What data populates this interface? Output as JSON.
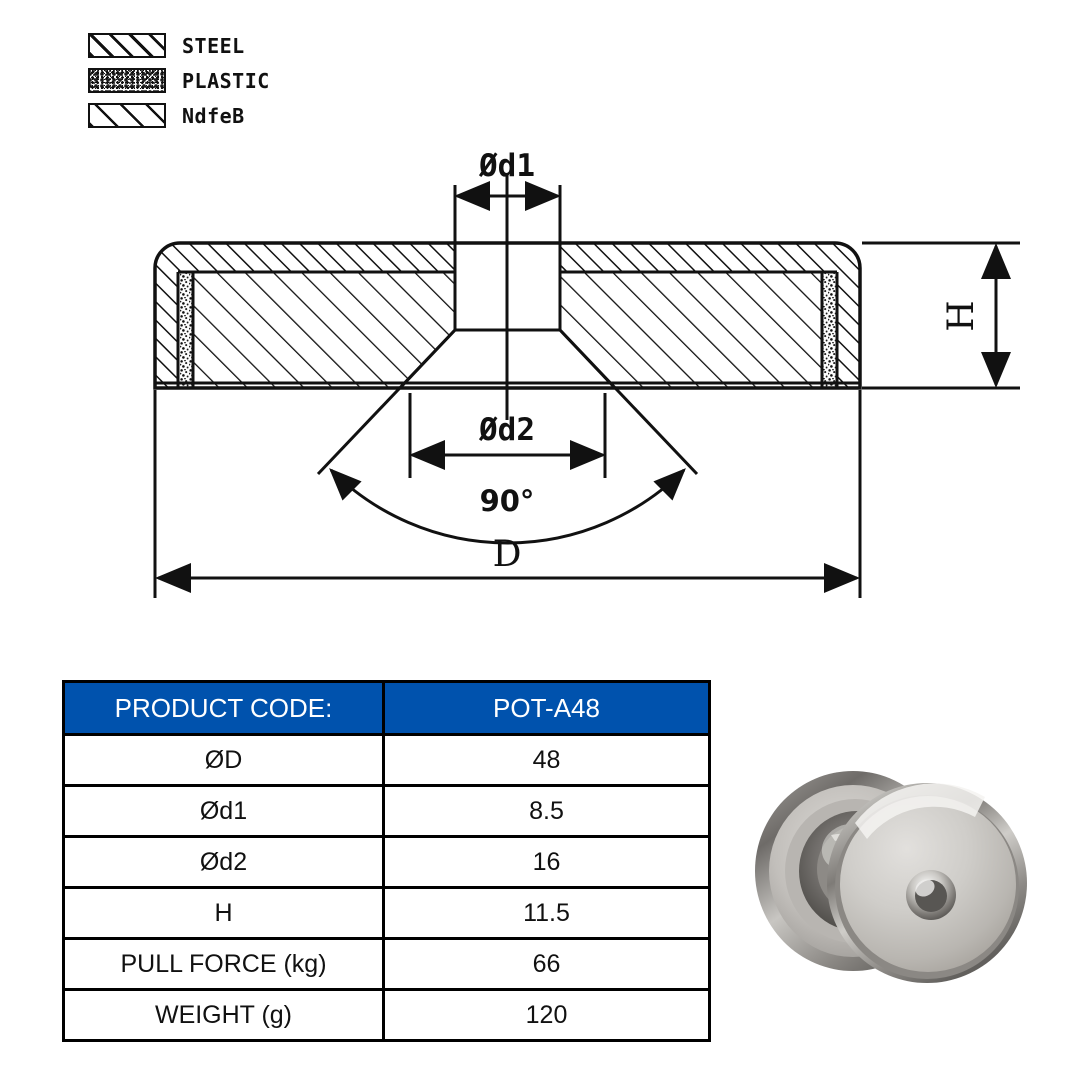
{
  "legend": {
    "items": [
      {
        "label": "STEEL",
        "pattern": "diagonal-hatch-dense",
        "icon": "steel-swatch"
      },
      {
        "label": "PLASTIC",
        "pattern": "speckle",
        "icon": "plastic-swatch"
      },
      {
        "label": "NdfeB",
        "pattern": "diagonal-hatch-sparse",
        "icon": "ndfeb-swatch"
      }
    ]
  },
  "drawing": {
    "title": "pot-magnet-cross-section",
    "dimensions": {
      "d1": "Ød1",
      "d2": "Ød2",
      "height": "H",
      "diameter": "D",
      "angle": "90°"
    }
  },
  "table": {
    "header": {
      "label": "PRODUCT CODE:",
      "value": "POT-A48"
    },
    "rows": [
      {
        "label": "ØD",
        "value": "48"
      },
      {
        "label": "Ød1",
        "value": "8.5"
      },
      {
        "label": "Ød2",
        "value": "16"
      },
      {
        "label": "H",
        "value": "11.5"
      },
      {
        "label": "PULL FORCE (kg)",
        "value": "66"
      },
      {
        "label": "WEIGHT (g)",
        "value": "120"
      }
    ]
  },
  "photo": {
    "alt": "two nickel-plated round pot magnets with countersunk center hole"
  },
  "colors": {
    "header_blue": "#0052ad",
    "line_black": "#111111",
    "page_white": "#ffffff"
  }
}
